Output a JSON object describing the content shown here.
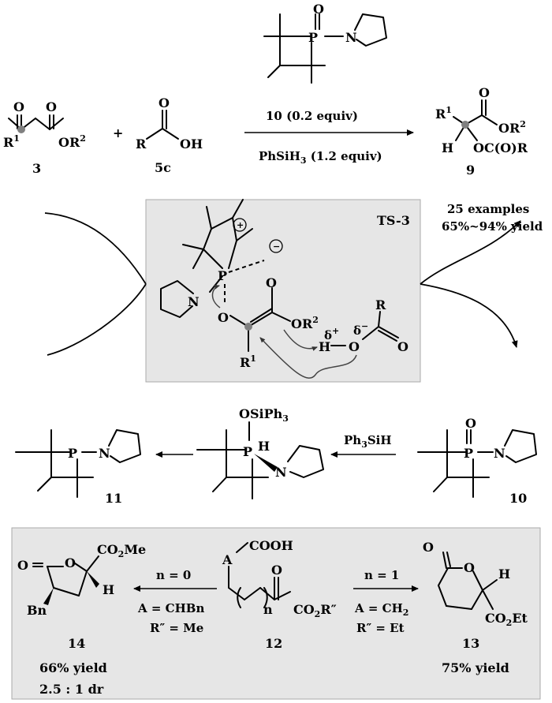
{
  "top": {
    "reactant_ketoester_num": "3",
    "reactant_ketoester_R1": "R",
    "reactant_ketoester_R1sup": "1",
    "reactant_ketoester_O1": "O",
    "reactant_ketoester_O2": "O",
    "reactant_ketoester_OR2": "OR",
    "reactant_ketoester_OR2sup": "2",
    "plus": "+",
    "acid_num": "5c",
    "acid_R": "R",
    "acid_O": "O",
    "acid_OH": "OH",
    "catalyst_P": "P",
    "catalyst_O": "O",
    "catalyst_N": "N",
    "reagent_line1": "10 (0.2 equiv)",
    "reagent_line2": "PhSiH",
    "reagent_line2_sub": "3",
    "reagent_line2_tail": " (1.2 equiv)",
    "product_num": "9",
    "product_R1": "R",
    "product_R1sup": "1",
    "product_H": "H",
    "product_O": "O",
    "product_OR2": "OR",
    "product_OR2sup": "2",
    "product_OCOR": "OC(O)R"
  },
  "ts": {
    "label": "TS-3",
    "examples": "25 examples",
    "yield": "65%~94% yield",
    "P": "P",
    "N": "N",
    "O_enolate": "O",
    "O_carbox": "O",
    "OR2": "OR",
    "OR2sup": "2",
    "R1": "R",
    "R1sup": "1",
    "H": "H",
    "O_acid": "O",
    "O_acid2": "O",
    "R_acid": "R",
    "delta_plus": "δ",
    "delta_plus_sup": "+",
    "delta_minus": "δ",
    "delta_minus_sup": "−",
    "plus_charge": "+",
    "minus_charge": "−"
  },
  "middle": {
    "phosphine_num": "11",
    "phosphine_P": "P",
    "phosphine_N": "N",
    "int_OSiPh3": "OSiPh",
    "int_OSiPh3_sub": "3",
    "int_P": "P",
    "int_H": "H",
    "int_N": "N",
    "reagent": "Ph",
    "reagent_sub": "3",
    "reagent_tail": "SiH",
    "oxide_num": "10",
    "oxide_P": "P",
    "oxide_O": "O",
    "oxide_N": "N"
  },
  "bottom": {
    "lactone5_num": "14",
    "lactone5_O_carbonyl": "O",
    "lactone5_O_ring": "O",
    "lactone5_CO2Me": "CO",
    "lactone5_CO2Me_sub": "2",
    "lactone5_CO2Me_tail": "Me",
    "lactone5_H": "H",
    "lactone5_Bn": "Bn",
    "lactone5_yield": "66% yield",
    "lactone5_dr": "2.5 : 1 dr",
    "cond_left_n": "n = 0",
    "cond_left_A": "A = CHBn",
    "cond_left_R": "R″ = Me",
    "sub_num": "12",
    "sub_A": "A",
    "sub_COOH": "COOH",
    "sub_O": "O",
    "sub_n": "n",
    "sub_CO2R": "CO",
    "sub_CO2R_sub": "2",
    "sub_CO2R_tail": "R″",
    "cond_right_n": "n = 1",
    "cond_right_A": "A = CH",
    "cond_right_A_sub": "2",
    "cond_right_R": "R″ = Et",
    "lactone6_num": "13",
    "lactone6_O_carbonyl": "O",
    "lactone6_O_ring": "O",
    "lactone6_H": "H",
    "lactone6_CO2Et": "CO",
    "lactone6_CO2Et_sub": "2",
    "lactone6_CO2Et_tail": "Et",
    "lactone6_yield": "75% yield"
  },
  "colors": {
    "ts_box": "#e6e6e6",
    "bottom_box": "#e6e6e6",
    "sp2_dot": "#808080"
  }
}
